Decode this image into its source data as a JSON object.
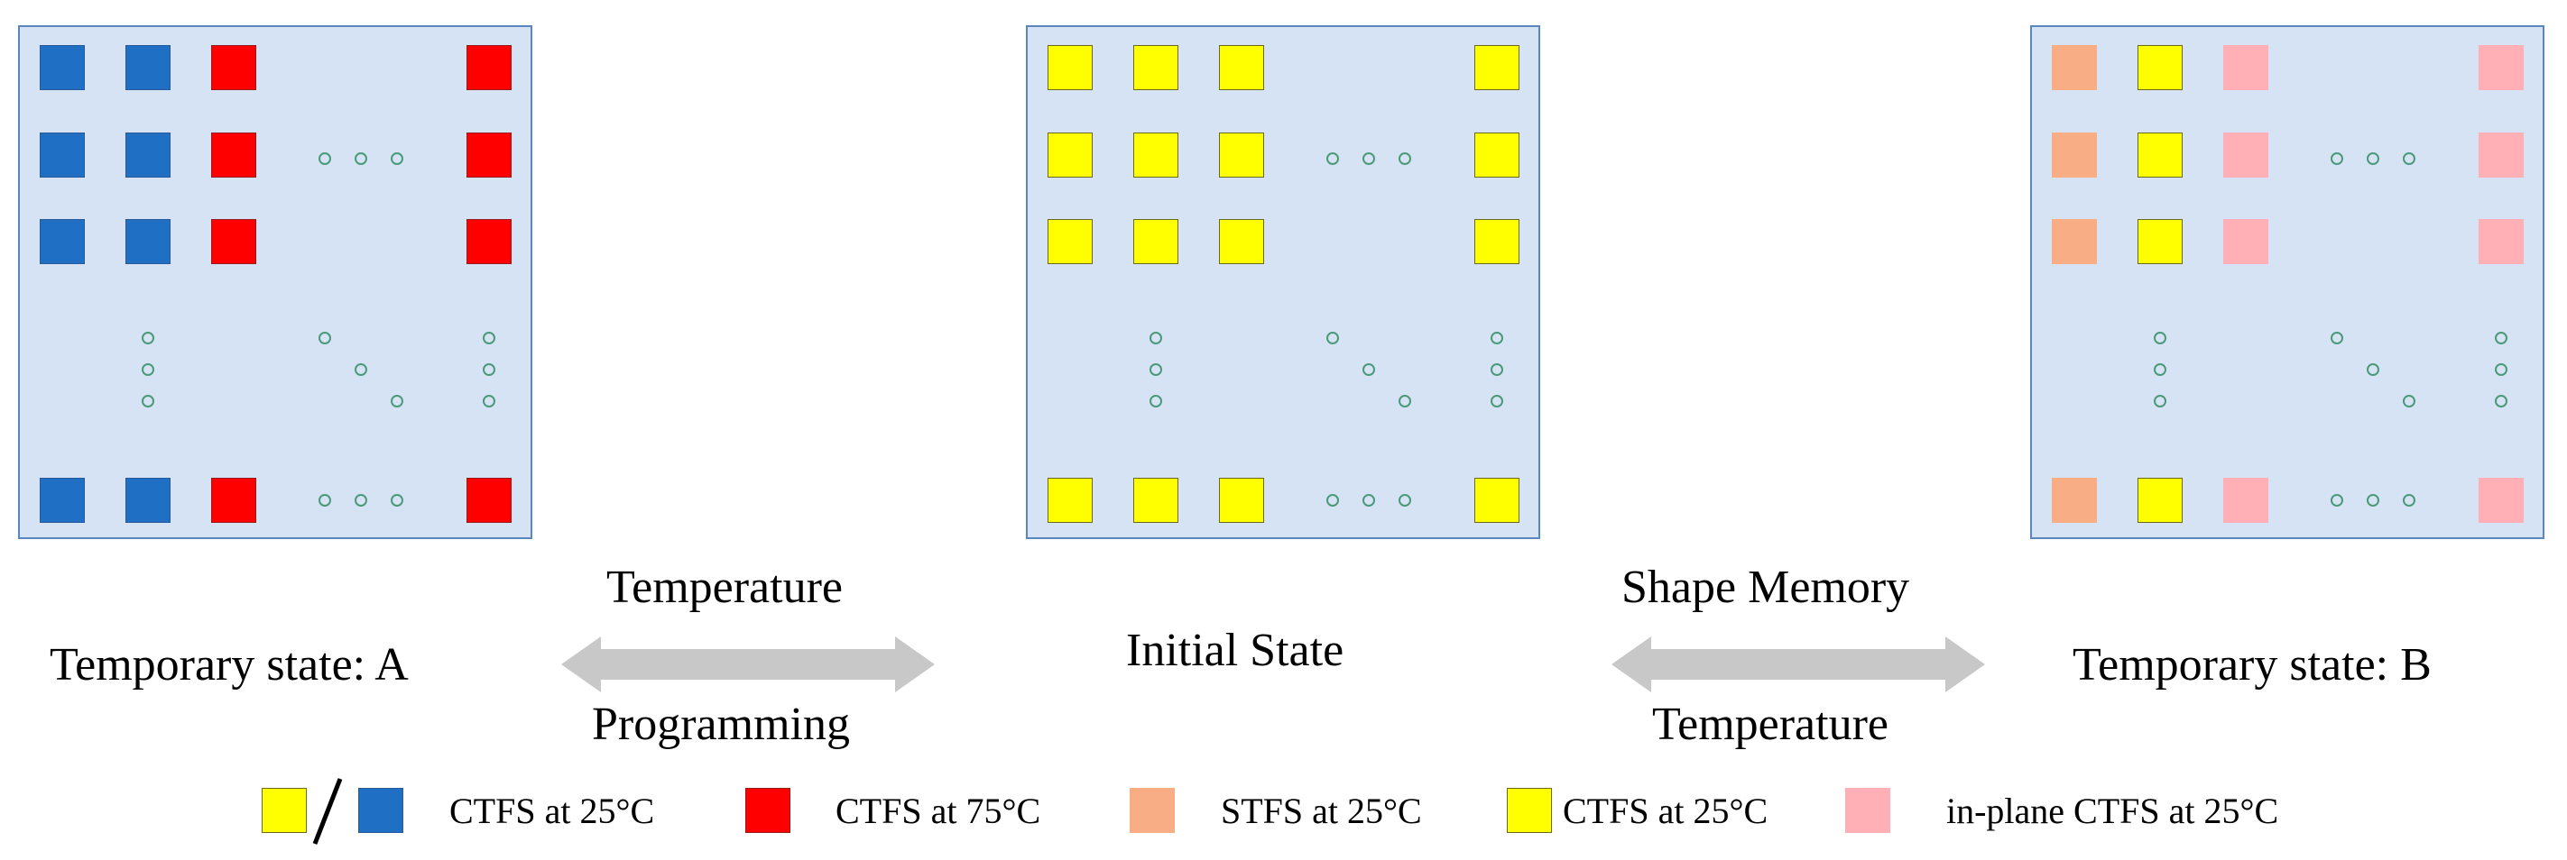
{
  "colors": {
    "blue": "#1f6fc5",
    "red": "#ff0000",
    "yellow": "#ffff00",
    "orange": "#f9ad84",
    "pink": "#ffb0b6",
    "panel_bg": "#d6e3f4",
    "panel_border": "#5b87bf",
    "arrow": "#c8c8c8"
  },
  "panels": [
    {
      "id": "a",
      "columns": [
        "blue",
        "blue",
        "red",
        "red"
      ]
    },
    {
      "id": "init",
      "columns": [
        "yellow",
        "yellow",
        "yellow",
        "yellow"
      ]
    },
    {
      "id": "b",
      "columns": [
        "orange",
        "yellow",
        "pink",
        "pink"
      ]
    }
  ],
  "labels": {
    "temp_state_a": "Temporary state: A",
    "initial_state": "Initial State",
    "temp_state_b": "Temporary state: B",
    "arrow_left_top": "Temperature",
    "arrow_left_bottom": "Programming",
    "arrow_right_top": "Shape Memory",
    "arrow_right_bottom": "Temperature"
  },
  "legend": {
    "ctfs_25_pair": "CTFS at 25°C",
    "ctfs_75": "CTFS at 75°C",
    "stfs_25": "STFS at 25°C",
    "ctfs_25": "CTFS at 25°C",
    "inplane_ctfs_25": "in-plane  CTFS at 25°C"
  }
}
